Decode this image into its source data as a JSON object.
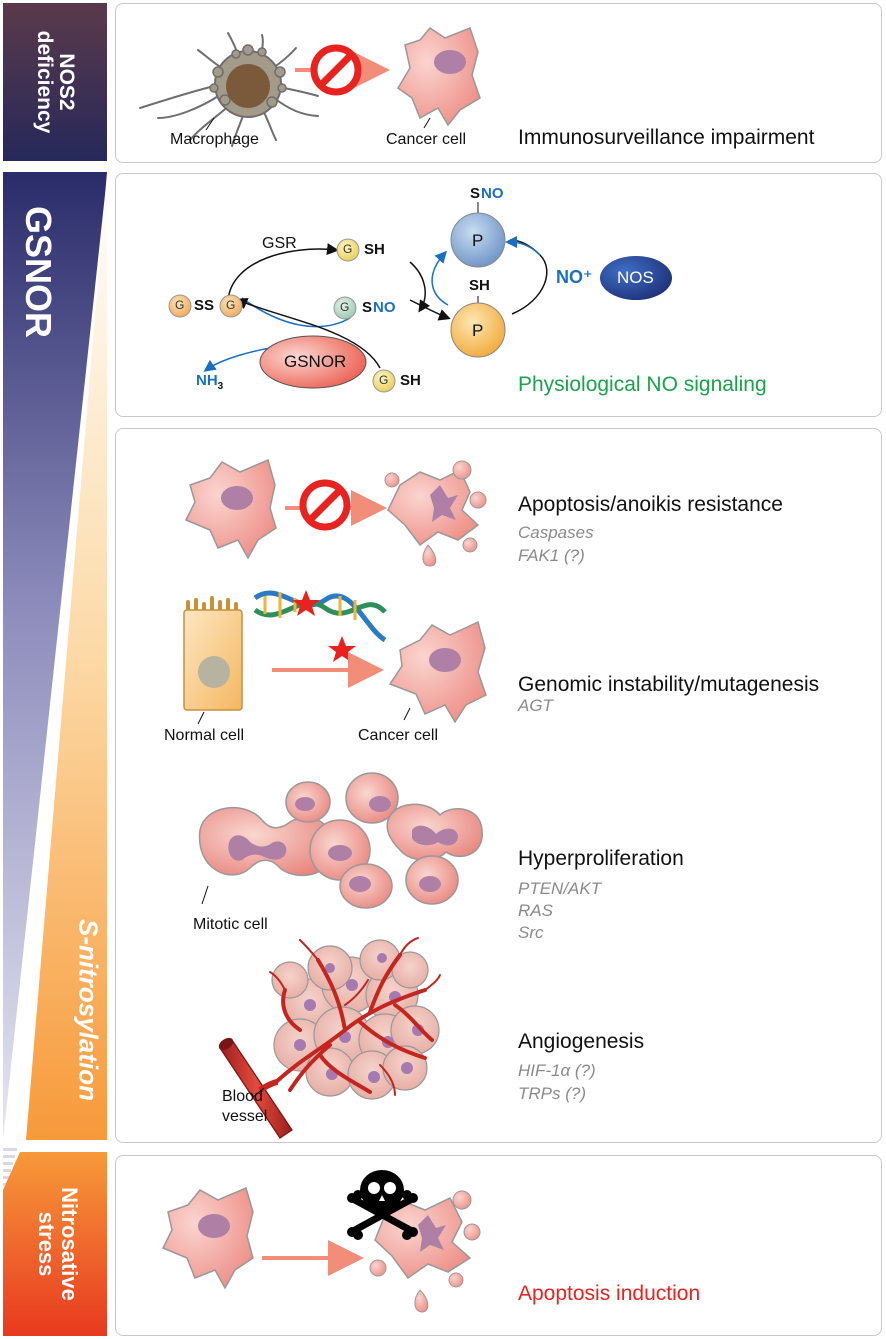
{
  "sidebar": {
    "nos2_line1": "NOS2",
    "nos2_line2": "deficiency",
    "gsnor": "GSNOR",
    "snitro": "S-nitrosylation",
    "nitro_line1": "Nitrosative",
    "nitro_line2": "stress"
  },
  "panel1": {
    "macrophage_label": "Macrophage",
    "cancer_label": "Cancer cell",
    "outcome": "Immunosurveillance impairment"
  },
  "panel2": {
    "gsr": "GSR",
    "g": "G",
    "sh": "SH",
    "ss": "SS",
    "s": "S",
    "no": "NO",
    "p": "P",
    "no_plus": "NO⁺",
    "nos": "NOS",
    "gsnor_enzyme": "GSNOR",
    "nh3_n": "NH",
    "nh3_sub": "3",
    "outcome": "Physiological NO signaling"
  },
  "panel3": {
    "apoptosis": {
      "title": "Apoptosis/anoikis resistance",
      "genes": [
        "Caspases",
        "FAK1 (?)"
      ]
    },
    "genomic": {
      "title": "Genomic instability/mutagenesis",
      "genes": [
        "AGT"
      ],
      "normal_label": "Normal cell",
      "cancer_label": "Cancer cell"
    },
    "prolif": {
      "title": "Hyperproliferation",
      "genes": [
        "PTEN/AKT",
        "RAS",
        "Src"
      ],
      "mitotic_label": "Mitotic cell"
    },
    "angio": {
      "title": "Angiogenesis",
      "genes": [
        "HIF-1α (?)",
        "TRPs (?)"
      ],
      "vessel_line1": "Blood",
      "vessel_line2": "vessel"
    }
  },
  "panel4": {
    "outcome": "Apoptosis induction"
  },
  "colors": {
    "navy": "#2a2a5e",
    "orange": "#f79a3a",
    "red_accent": "#e8231f",
    "green": "#1aa34a",
    "blue_label": "#1a6fc0",
    "gene_gray": "#8a8a8a"
  }
}
